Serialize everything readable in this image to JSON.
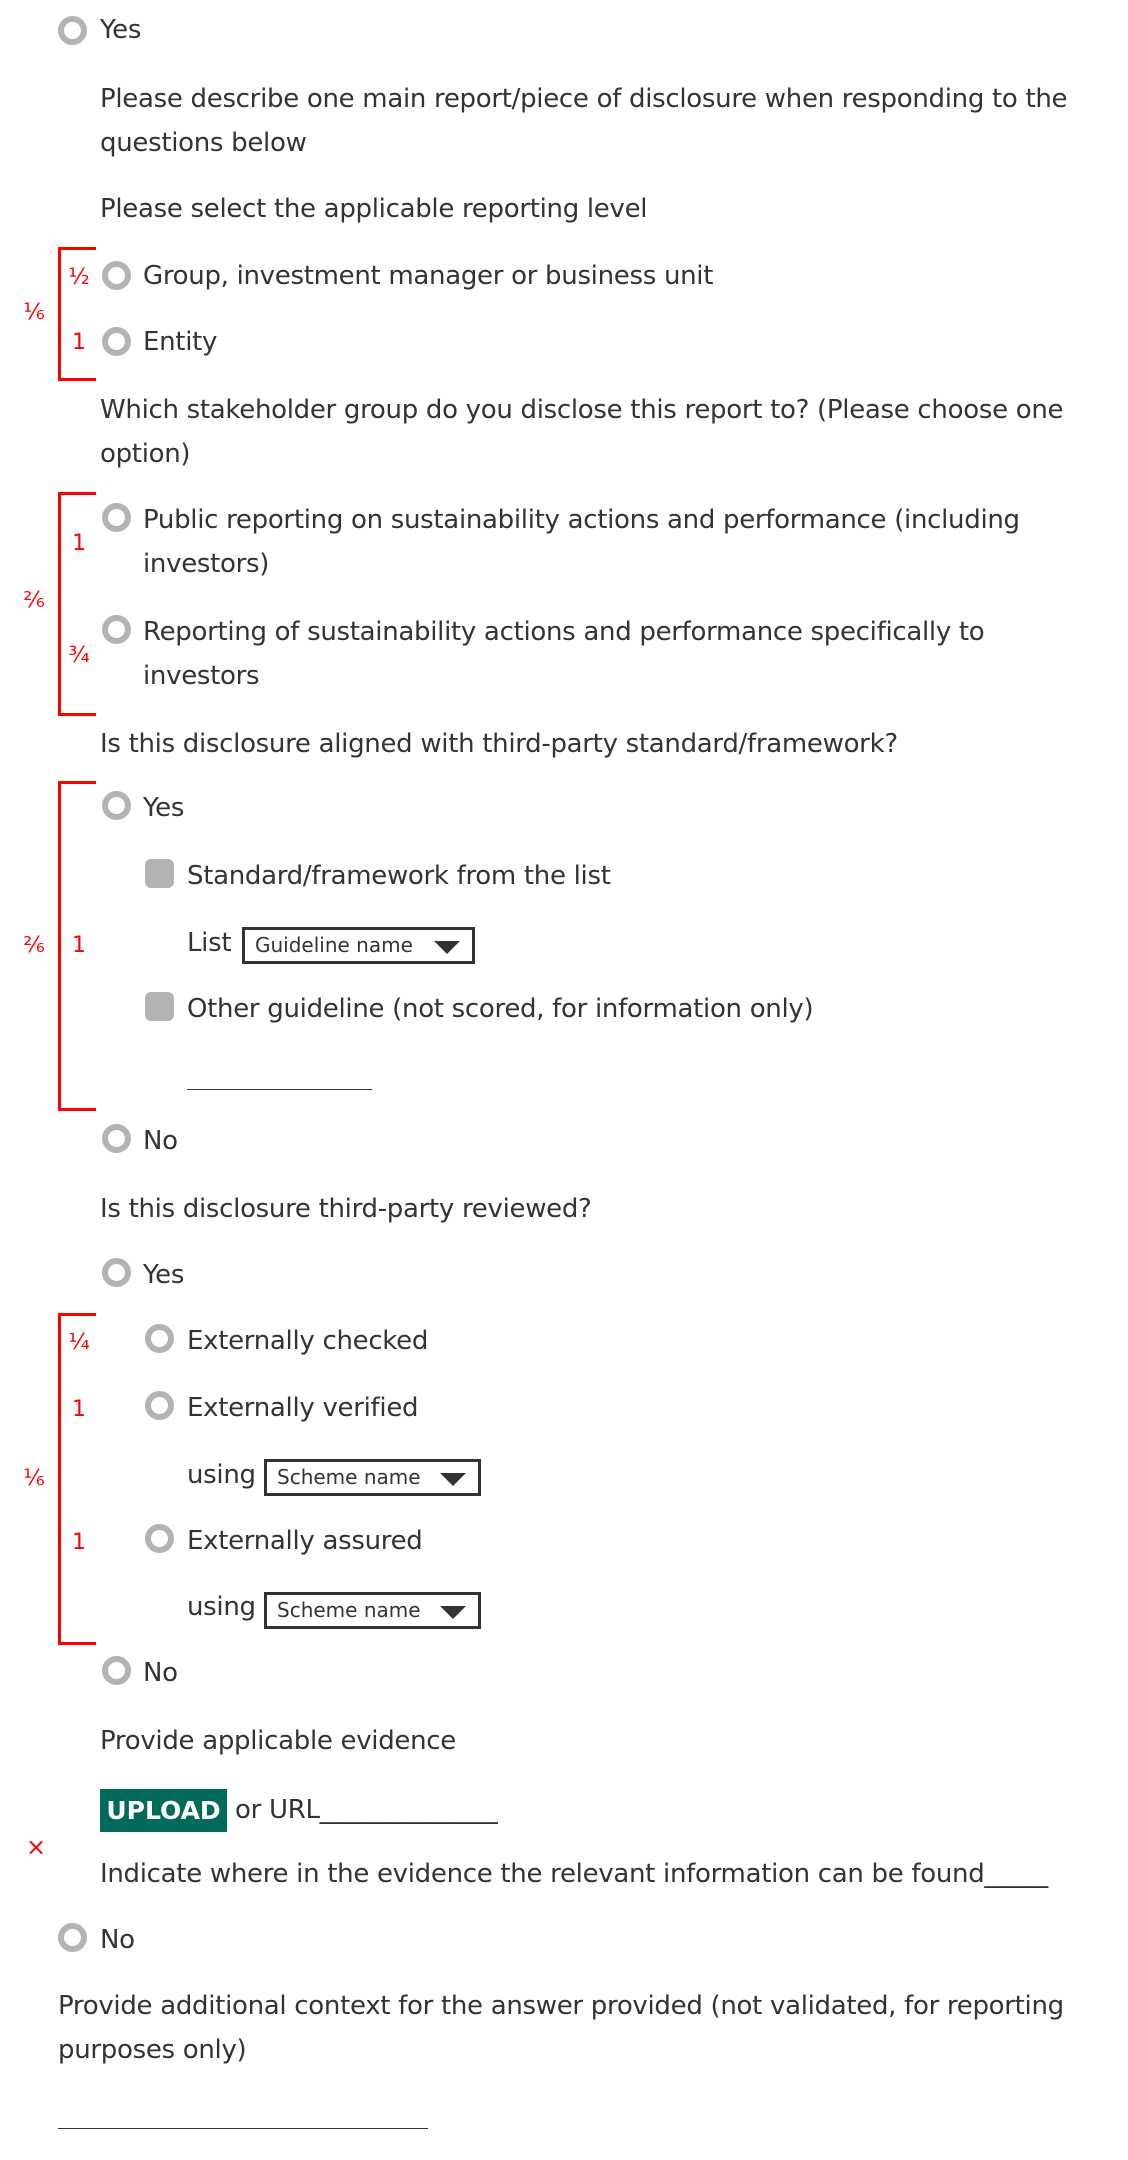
{
  "q_yes": "Yes",
  "describe": "Please describe one main report/piece of disclosure when responding to the questions below",
  "reporting_level": {
    "prompt": "Please select the applicable reporting level",
    "options": [
      "Group, investment manager or business unit",
      "Entity"
    ],
    "scores": [
      "½",
      "1"
    ],
    "group_score": "⅙"
  },
  "stakeholder": {
    "prompt": "Which stakeholder group do you disclose this report to? (Please choose one option)",
    "options": [
      "Public reporting on sustainability actions and performance (including investors)",
      "Reporting of sustainability actions and performance specifically to investors"
    ],
    "scores": [
      "1",
      "¾"
    ],
    "group_score": "²⁄₆"
  },
  "aligned": {
    "prompt": "Is this disclosure aligned with third-party standard/framework?",
    "yes": "Yes",
    "no": "No",
    "checkbox1": "Standard/framework from the list",
    "list_label": "List",
    "list_value": "Guideline name",
    "checkbox2": "Other guideline (not scored, for information only)",
    "score": "1",
    "group_score": "²⁄₆"
  },
  "reviewed": {
    "prompt": "Is this disclosure third-party reviewed?",
    "yes": "Yes",
    "no": "No",
    "options": [
      "Externally checked",
      "Externally verified",
      "Externally assured"
    ],
    "scores": [
      "¼",
      "1",
      "1"
    ],
    "using_label": "using",
    "scheme_value": "Scheme name",
    "group_score": "⅙"
  },
  "evidence": {
    "prompt": "Provide applicable evidence",
    "upload": "UPLOAD",
    "or_url": "or URL______________",
    "indicate": "Indicate where in the evidence the relevant information can be found_____",
    "x_mark": "×"
  },
  "q_no": "No",
  "context": "Provide additional context for the answer provided (not validated, for reporting purposes only)",
  "colors": {
    "accent": "#006b5a",
    "score": "#ff0000",
    "radio": "#b3b3b3"
  }
}
